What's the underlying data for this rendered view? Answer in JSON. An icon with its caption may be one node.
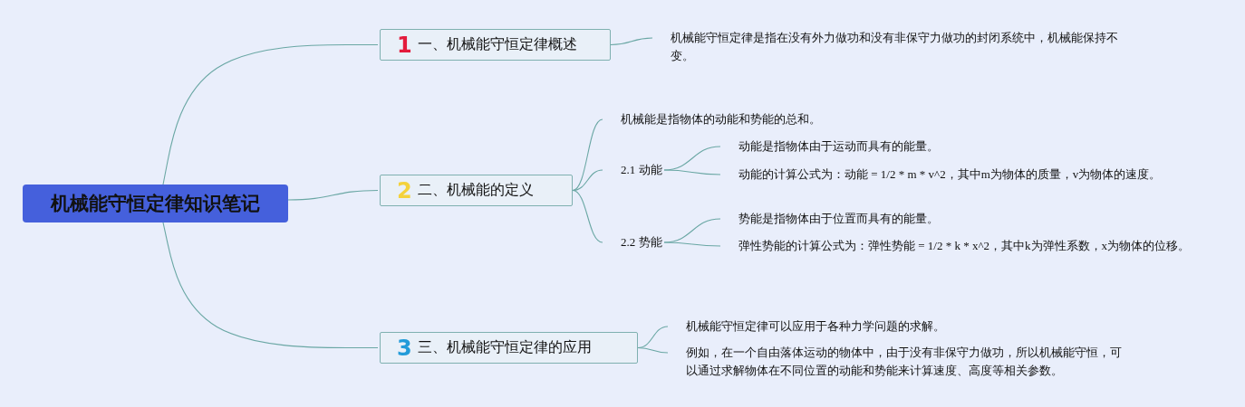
{
  "diagram": {
    "nodes": [
      {
        "text": [
          "机械能守恒定律知识笔记"
        ]
      },
      {
        "text": [
          "1",
          "一、机械能守恒定律概述"
        ]
      },
      {
        "text": [
          "2",
          "二、机械能的定义"
        ]
      },
      {
        "text": [
          "3",
          "三、机械能守恒定律的应用"
        ]
      },
      {
        "text": [
          "机械能守恒定律是指在没有外力做功和没有非保守力做功的封闭系统中，机械能保持不变。"
        ]
      },
      {
        "text": [
          "机械能是指物体的动能和势能的总和。"
        ]
      },
      {
        "text": [
          "2.1 动能"
        ]
      },
      {
        "text": [
          "2.2 势能"
        ]
      },
      {
        "text": [
          "动能是指物体由于运动而具有的能量。"
        ]
      },
      {
        "text": [
          "动能的计算公式为：动能 = 1/2 * m * v^2，其中m为物体的质量，v为物体的速度。"
        ]
      },
      {
        "text": [
          "势能是指物体由于位置而具有的能量。"
        ]
      },
      {
        "text": [
          "弹性势能的计算公式为：弹性势能 = 1/2 * k * x^2，其中k为弹性系数，x为物体的位移。"
        ]
      },
      {
        "text": [
          "机械能守恒定律可以应用于各种力学问题的求解。"
        ]
      },
      {
        "text": [
          "例如，在一个自由落体运动的物体中，由于没有非保守力做功，所以机械能守恒，可以通过求解物体在不同位置的动能和势能来计算速度、高度等相关参数。"
        ]
      }
    ],
    "edges": [
      {
        "from": 0,
        "to": 1,
        "arrow": "none"
      },
      {
        "from": 0,
        "to": 2,
        "arrow": "none"
      },
      {
        "from": 0,
        "to": 3,
        "arrow": "none"
      },
      {
        "from": 1,
        "to": 4,
        "arrow": "none"
      },
      {
        "from": 2,
        "to": 5,
        "arrow": "none"
      },
      {
        "from": 2,
        "to": 6,
        "arrow": "none"
      },
      {
        "from": 2,
        "to": 7,
        "arrow": "none"
      },
      {
        "from": 6,
        "to": 8,
        "arrow": "none"
      },
      {
        "from": 6,
        "to": 9,
        "arrow": "none"
      },
      {
        "from": 7,
        "to": 10,
        "arrow": "none"
      },
      {
        "from": 7,
        "to": 11,
        "arrow": "none"
      },
      {
        "from": 3,
        "to": 12,
        "arrow": "none"
      },
      {
        "from": 3,
        "to": 13,
        "arrow": "none"
      }
    ]
  }
}
